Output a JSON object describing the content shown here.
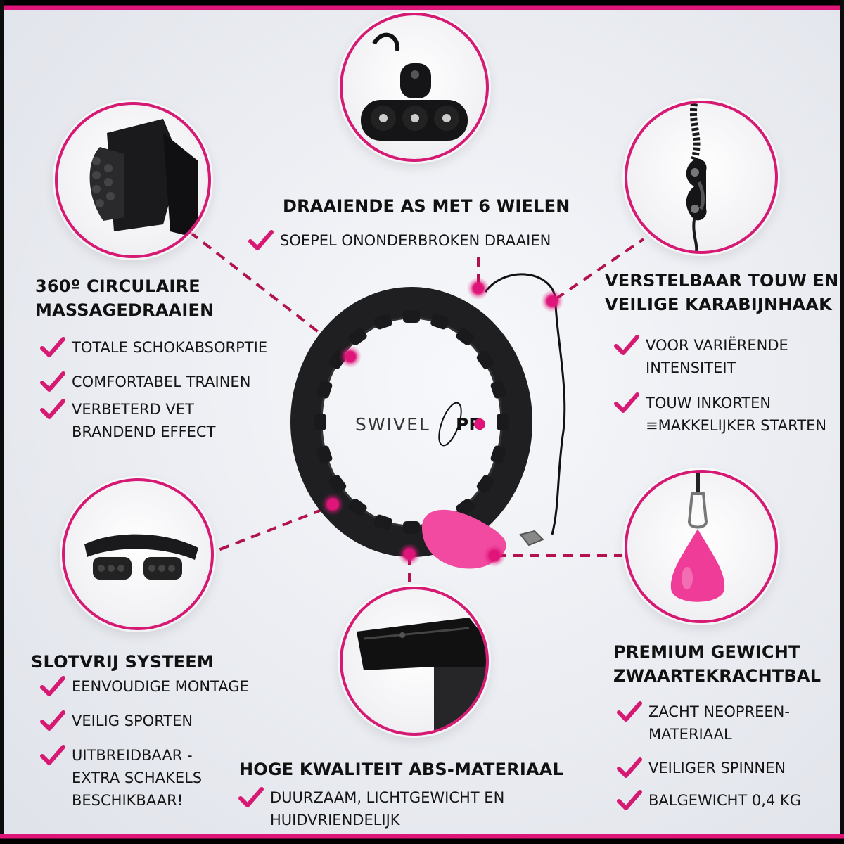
{
  "colors": {
    "accent": "#d61a74",
    "ring": "#222222",
    "background": "#eceef3"
  },
  "brand": {
    "word": "SWIVEL",
    "accent_word": "PR"
  },
  "top": {
    "heading": "DRAAIENDE AS MET 6 WIELEN",
    "items": [
      "SOEPEL ONONDERBROKEN DRAAIEN"
    ]
  },
  "massage": {
    "heading": "360º CIRCULAIRE\nMASSAGEDRAAIEN",
    "items": [
      "TOTALE SCHOKABSORPTIE",
      "COMFORTABEL TRAINEN",
      "VERBETERD VET\nBRANDEND EFFECT"
    ]
  },
  "rope": {
    "heading": "VERSTELBAAR TOUW EN\nVEILIGE KARABIJNHAAK",
    "items": [
      "VOOR VARIËRENDE\nINTENSITEIT",
      "TOUW INKORTEN\n≡MAKKELIJKER STARTEN"
    ]
  },
  "lockfree": {
    "heading": "SLOTVRIJ SYSTEEM",
    "items": [
      "EENVOUDIGE MONTAGE",
      "VEILIG SPORTEN",
      "UITBREIDBAAR -\nEXTRA SCHAKELS\nBESCHIKBAAR!"
    ]
  },
  "material": {
    "heading": "HOGE KWALITEIT ABS-MATERIAAL",
    "items": [
      "DUURZAAM, LICHTGEWICHT EN\nHUIDVRIENDELIJK"
    ]
  },
  "weight": {
    "heading": "PREMIUM GEWICHT\nZWAARTEKRACHTBAL",
    "items": [
      "ZACHT NEOPREEN-\nMATERIAAL",
      "VEILIGER SPINNEN",
      "BALGEWICHT 0,4 KG"
    ]
  },
  "icons": {
    "check": "check-icon",
    "wheels": "wheel-axle-icon",
    "massage": "massage-knob-icon",
    "rope": "rope-carabiner-icon",
    "lockfree": "lock-free-link-icon",
    "material": "abs-material-icon",
    "weight": "gravity-ball-icon"
  }
}
